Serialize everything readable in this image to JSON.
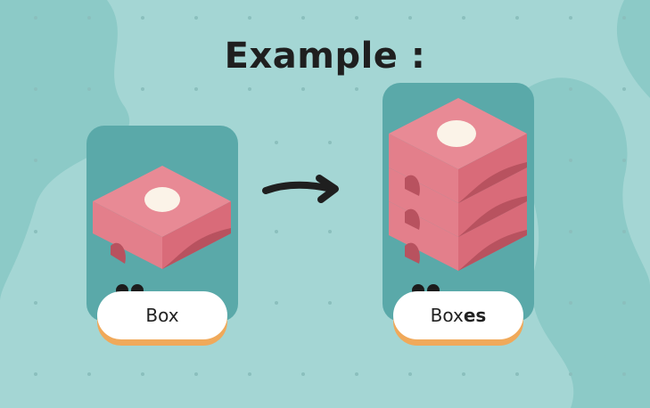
{
  "title": "Example :",
  "singular": {
    "label": "Box"
  },
  "plural": {
    "label_base": "Box",
    "label_suffix": "es"
  },
  "colors": {
    "background": "#a4d6d4",
    "card": "#5aa9a9",
    "box_top": "#e88a95",
    "box_side": "#d96b79",
    "accent": "#f0a95a"
  }
}
